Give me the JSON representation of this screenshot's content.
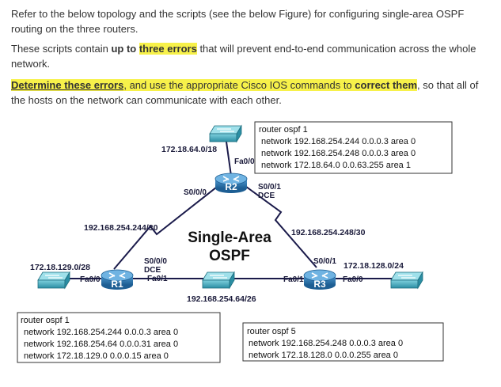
{
  "intro": {
    "p1": "Refer to the below topology and the scripts (see the below Figure) for configuring single-area OSPF routing on the three routers.",
    "p2_a": "These scripts contain ",
    "p2_b": "up to ",
    "p2_c": "three errors",
    "p2_d": " that will prevent end-to-end communication across the whole network.",
    "p3_a": "Determine these errors",
    "p3_b": ", and use the appropriate Cisco IOS commands to ",
    "p3_c": "correct them",
    "p3_d": ", so that all of the hosts on the network can communicate with each other."
  },
  "diagram": {
    "title_line1": "Single-Area",
    "title_line2": "OSPF",
    "networks": {
      "r2_lan": "172.18.64.0/18",
      "r1_lan": "172.18.129.0/28",
      "r3_lan": "172.18.128.0/24",
      "r1_r2": "192.168.254.244/30",
      "r2_r3": "192.168.254.248/30",
      "r1_r3": "192.168.254.64/26"
    },
    "routers": {
      "r1": {
        "name": "R1",
        "if_s000": "S0/0/0",
        "if_dce": "DCE",
        "if_fa01": "Fa0/1",
        "if_fa00": "Fa0/0"
      },
      "r2": {
        "name": "R2",
        "if_s000": "S0/0/0",
        "if_s001": "S0/0/1",
        "if_dce": "DCE",
        "if_fa00": "Fa0/0"
      },
      "r3": {
        "name": "R3",
        "if_s001": "S0/0/1",
        "if_fa01": "Fa0/1",
        "if_fa00": "Fa0/0"
      }
    },
    "scripts": {
      "r2": [
        "router ospf 1",
        "network 192.168.254.244 0.0.0.3 area 0",
        "network 192.168.254.248 0.0.0.3 area 0",
        "network 172.18.64.0 0.0.63.255 area 1"
      ],
      "r1": [
        "router ospf 1",
        "network 192.168.254.244 0.0.0.3 area 0",
        "network 192.168.254.64 0.0.0.31 area 0",
        "network 172.18.129.0 0.0.0.15 area 0"
      ],
      "r3": [
        "router ospf 5",
        "network 192.168.254.248 0.0.0.3 area 0",
        "network 172.18.128.0 0.0.0.255 area 0"
      ]
    }
  },
  "colors": {
    "highlight": "#f7f14a",
    "router_blue": "#1f6fa8",
    "switch_teal": "#3aa3b8",
    "link": "#1a1a4a"
  },
  "icons": {
    "router": "router-icon",
    "switch": "switch-icon",
    "serial": "serial-link-zigzag-icon"
  }
}
